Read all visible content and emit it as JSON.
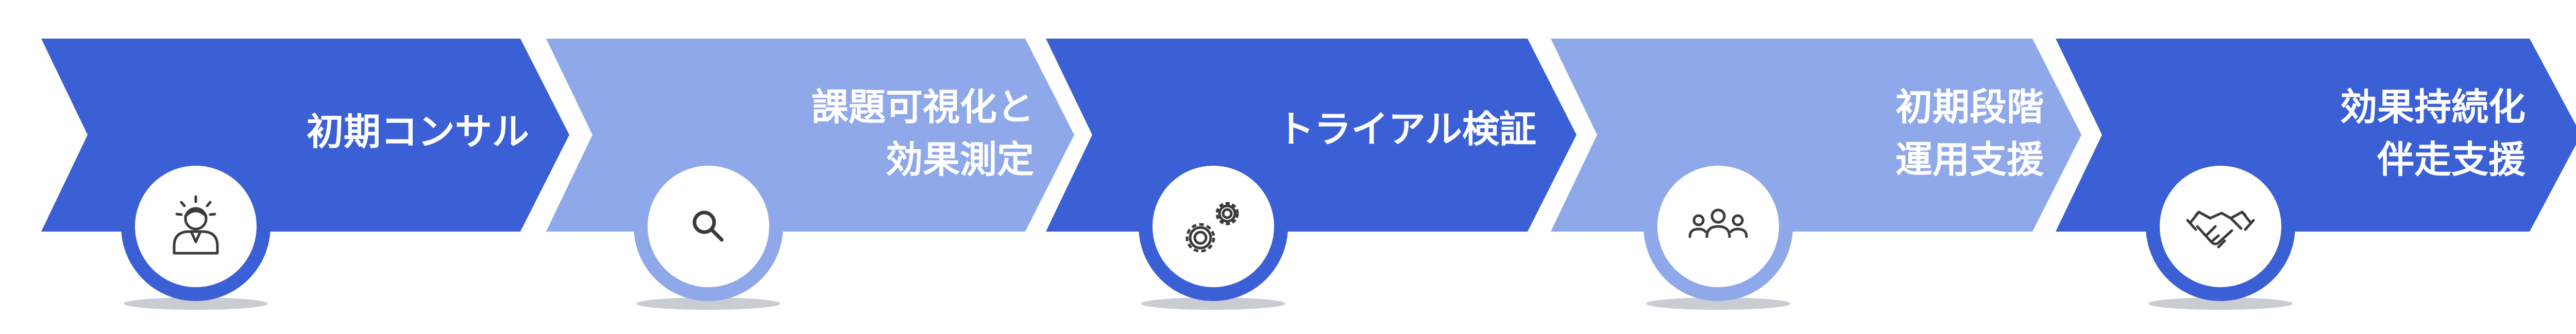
{
  "colors": {
    "dark": "#3B5FD5",
    "light": "#8FA8EA",
    "white": "#FFFFFF",
    "shadow": "#C9CCD3",
    "icon": "#3A3A3A"
  },
  "steps": [
    {
      "lines": [
        "初期コンサル"
      ],
      "icon": "consultant-person-icon",
      "color": "dark"
    },
    {
      "lines": [
        "課題可視化と",
        "効果測定"
      ],
      "icon": "magnifier-icon",
      "color": "light"
    },
    {
      "lines": [
        "トライアル検証"
      ],
      "icon": "gears-icon",
      "color": "dark"
    },
    {
      "lines": [
        "初期段階",
        "運用支援"
      ],
      "icon": "team-people-icon",
      "color": "light"
    },
    {
      "lines": [
        "効果持続化",
        "伴走支援"
      ],
      "icon": "handshake-icon",
      "color": "dark"
    }
  ]
}
